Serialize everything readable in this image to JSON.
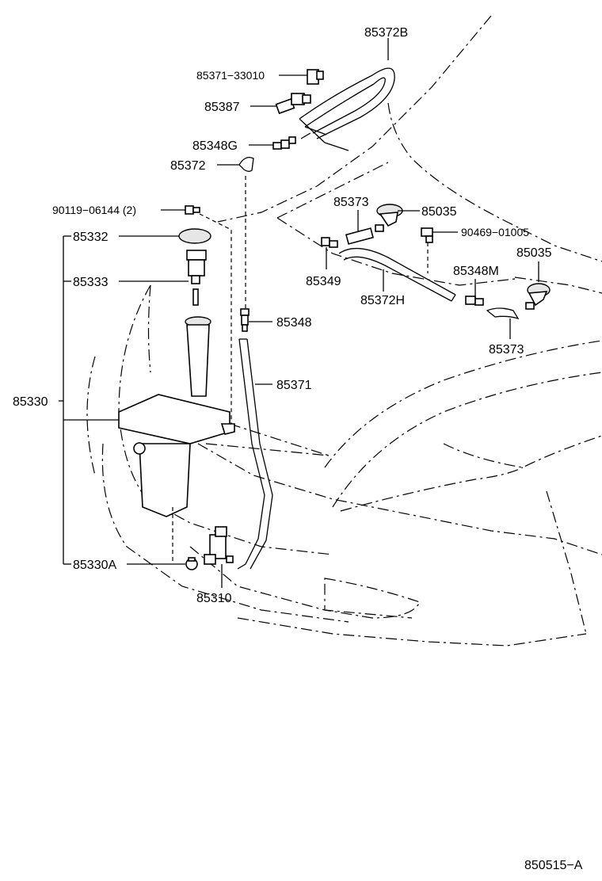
{
  "labels": {
    "p85372B": "85372B",
    "p85371_33010": "85371−33010",
    "p85387": "85387",
    "p85348G": "85348G",
    "p85372": "85372",
    "p90119": "90119−06144 (2)",
    "p85332": "85332",
    "p85333": "85333",
    "p85330": "85330",
    "p85330A": "85330A",
    "p85310": "85310",
    "p85348": "85348",
    "p85371": "85371",
    "p85373a": "85373",
    "p85035a": "85035",
    "p90469": "90469−01005",
    "p85035b": "85035",
    "p85349": "85349",
    "p85372H": "85372H",
    "p85348M": "85348M",
    "p85373b": "85373"
  },
  "figure_code": "850515−A"
}
